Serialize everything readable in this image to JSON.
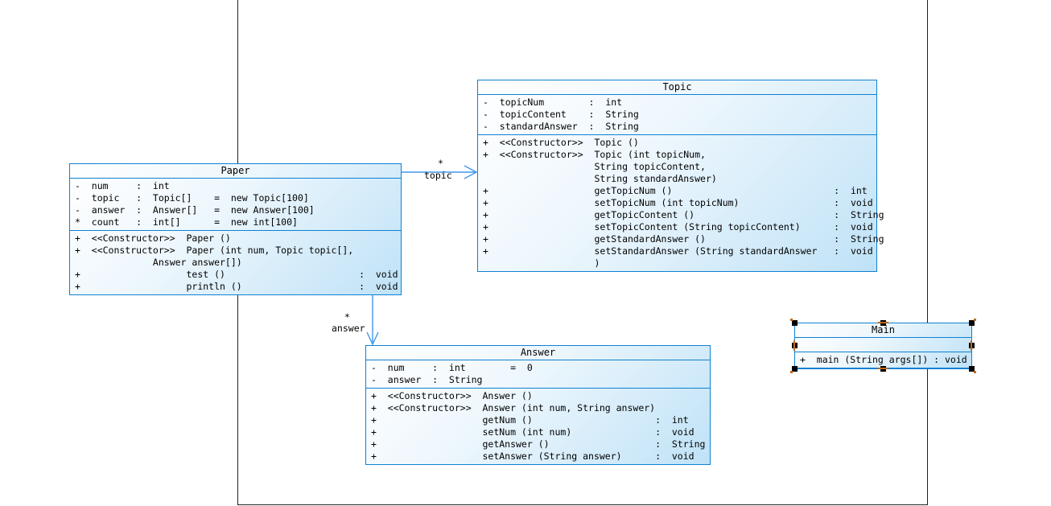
{
  "diagram": {
    "kind": "UML class diagram"
  },
  "colors": {
    "box_border": "#0e81d3",
    "box_gradient_start": "#ffffff",
    "box_gradient_end": "#bfe2f7",
    "connector": "#3f97ec",
    "page_boundary": "#1f1f1f",
    "selection_handle": "#000000",
    "selection_accent": "#c06a1e",
    "text": "#000000"
  },
  "classes": {
    "paper": {
      "title": "Paper",
      "attributes": [
        "-  num     :  int",
        "-  topic   :  Topic[]    =  new Topic[100]",
        "-  answer  :  Answer[]   =  new Answer[100]",
        "*  count   :  int[]      =  new int[100]"
      ],
      "methods": [
        "+  <<Constructor>>  Paper ()",
        "+  <<Constructor>>  Paper (int num, Topic topic[],",
        "              Answer answer[])",
        "+                   test ()                        :  void",
        "+                   println ()                     :  void"
      ]
    },
    "topic": {
      "title": "Topic",
      "attributes": [
        "-  topicNum        :  int",
        "-  topicContent    :  String",
        "-  standardAnswer  :  String"
      ],
      "methods": [
        "+  <<Constructor>>  Topic ()",
        "+  <<Constructor>>  Topic (int topicNum,",
        "                    String topicContent,",
        "                    String standardAnswer)",
        "+                   getTopicNum ()                             :  int",
        "+                   setTopicNum (int topicNum)                 :  void",
        "+                   getTopicContent ()                         :  String",
        "+                   setTopicContent (String topicContent)      :  void",
        "+                   getStandardAnswer ()                       :  String",
        "+                   setStandardAnswer (String standardAnswer   :  void",
        "                    )"
      ]
    },
    "answer": {
      "title": "Answer",
      "attributes": [
        "-  num     :  int        =  0",
        "-  answer  :  String"
      ],
      "methods": [
        "+  <<Constructor>>  Answer ()",
        "+  <<Constructor>>  Answer (int num, String answer)",
        "+                   getNum ()                      :  int",
        "+                   setNum (int num)               :  void",
        "+                   getAnswer ()                   :  String",
        "+                   setAnswer (String answer)      :  void"
      ]
    },
    "main": {
      "title": "Main",
      "selected": true,
      "attributes": [],
      "methods": [
        "+  main (String args[]) : void"
      ]
    }
  },
  "connectors": {
    "paper_topic": {
      "multiplicity": "*",
      "role": "topic"
    },
    "paper_answer": {
      "multiplicity": "*",
      "role": "answer"
    }
  }
}
